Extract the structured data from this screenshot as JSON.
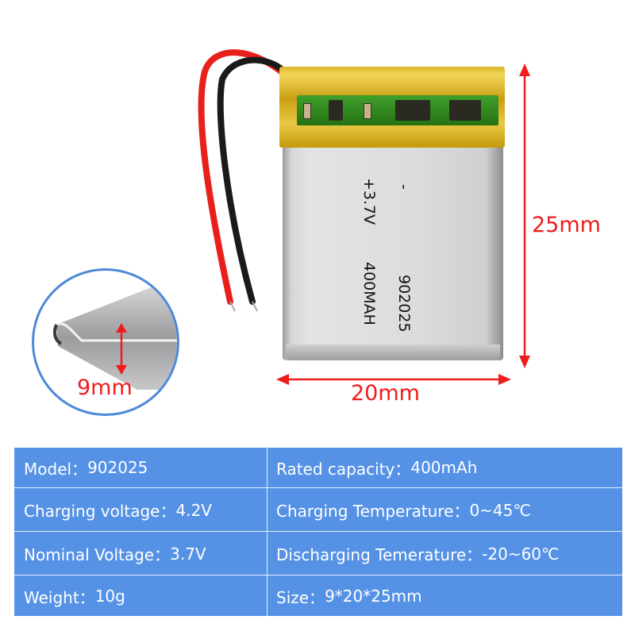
{
  "product": {
    "battery_label": {
      "polarity_minus": "-",
      "voltage": "+3.7V",
      "capacity": "400MAH",
      "model": "902025"
    },
    "dimensions": {
      "height": "25mm",
      "width": "20mm",
      "thickness": "9mm"
    }
  },
  "specs": {
    "rows": [
      {
        "left": {
          "label": "Model：",
          "value": "902025"
        },
        "right": {
          "label": "Rated capacity：",
          "value": "400mAh"
        }
      },
      {
        "left": {
          "label": "Charging voltage：",
          "value": "4.2V"
        },
        "right": {
          "label": "Charging Temperature：",
          "value": "0~45℃"
        }
      },
      {
        "left": {
          "label": "Nominal Voltage：",
          "value": "3.7V"
        },
        "right": {
          "label": "Discharging Temerature：",
          "value": "-20~60℃"
        }
      },
      {
        "left": {
          "label": "Weight：",
          "value": "10g"
        },
        "right": {
          "label": "Size：",
          "value": "9*20*25mm"
        }
      }
    ]
  },
  "colors": {
    "table_bg": "#5592e6",
    "dimension_red": "#ee1c1c",
    "inset_border": "#4d88d9"
  }
}
